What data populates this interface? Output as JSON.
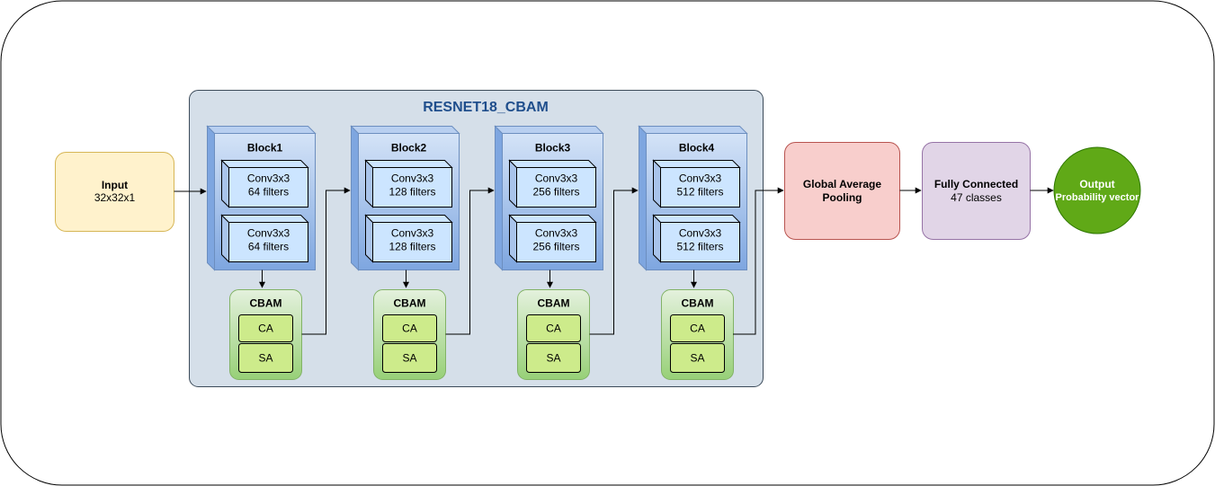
{
  "title": "RESNET18_CBAM",
  "input": {
    "title": "Input",
    "subtitle": "32x32x1"
  },
  "blocks": [
    {
      "title": "Block1",
      "convs": [
        {
          "label": "Conv3x3",
          "filters": "64 filters"
        },
        {
          "label": "Conv3x3",
          "filters": "64 filters"
        }
      ]
    },
    {
      "title": "Block2",
      "convs": [
        {
          "label": "Conv3x3",
          "filters": "128 filters"
        },
        {
          "label": "Conv3x3",
          "filters": "128 filters"
        }
      ]
    },
    {
      "title": "Block3",
      "convs": [
        {
          "label": "Conv3x3",
          "filters": "256 filters"
        },
        {
          "label": "Conv3x3",
          "filters": "256 filters"
        }
      ]
    },
    {
      "title": "Block4",
      "convs": [
        {
          "label": "Conv3x3",
          "filters": "512 filters"
        },
        {
          "label": "Conv3x3",
          "filters": "512 filters"
        }
      ]
    }
  ],
  "cbam": {
    "title": "CBAM",
    "ca": "CA",
    "sa": "SA"
  },
  "gap": {
    "line1": "Global Average",
    "line2": "Pooling"
  },
  "fc": {
    "title": "Fully Connected",
    "subtitle": "47 classes"
  },
  "output": {
    "title": "Output",
    "subtitle": "Probability vector"
  },
  "colors": {
    "frame_stroke": "#000000",
    "container_fill": "#D5DFE9",
    "container_stroke": "#3C4B5A",
    "title_text": "#1F4E8C",
    "input_fill": "#FFF2CC",
    "input_stroke": "#D6B656",
    "block_fill": "#C4D8F3",
    "block_side": "#7EA6E0",
    "block_stroke": "#6C8EBF",
    "conv_fill": "#CCE5FF",
    "conv_side": "#A9C4EB",
    "cbam_fill": "#D5E8D4",
    "cbam_stroke": "#82B366",
    "cbam_inner_fill": "#CDEB8B",
    "gap_fill": "#F8CECC",
    "gap_stroke": "#B85450",
    "fc_fill": "#E1D5E7",
    "fc_stroke": "#9673A6",
    "out_fill": "#60A917",
    "out_stroke": "#2D7600"
  }
}
